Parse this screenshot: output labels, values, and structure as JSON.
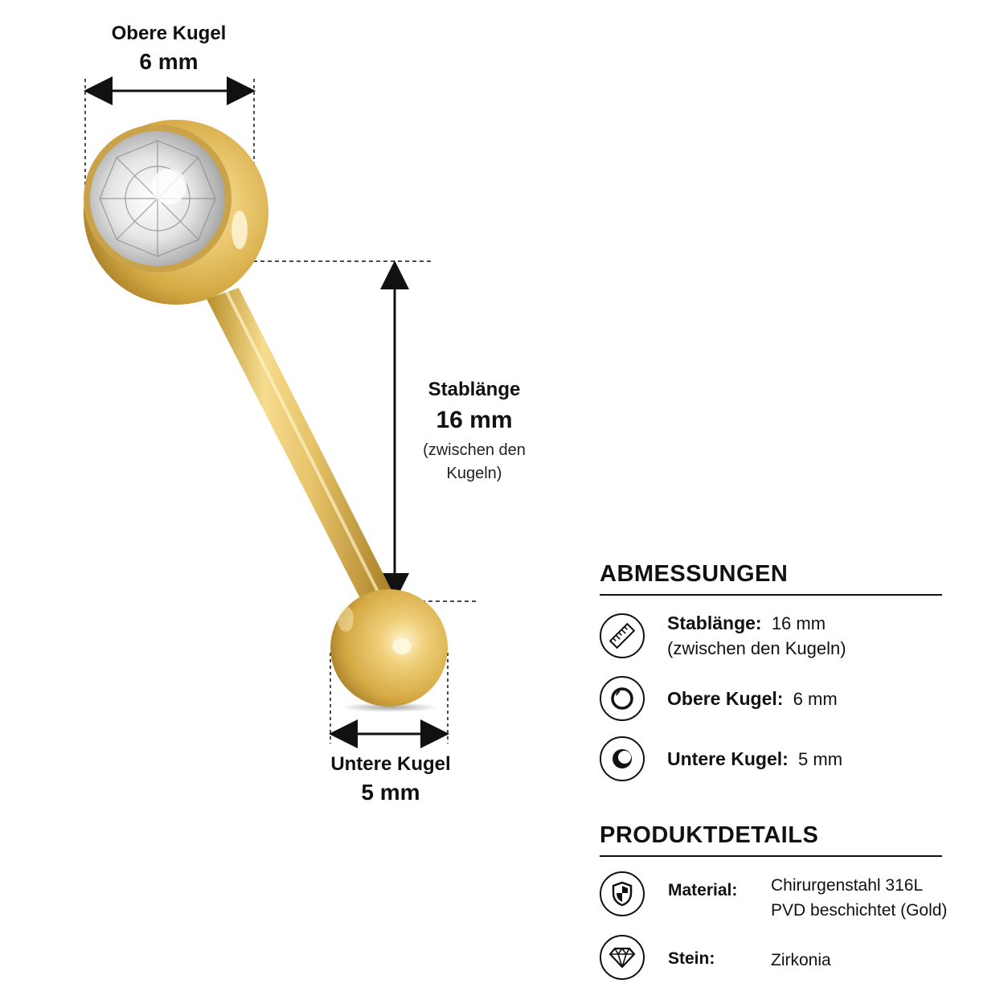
{
  "dimensions_callouts": {
    "top_ball": {
      "label": "Obere Kugel",
      "value": "6 mm"
    },
    "bar_length": {
      "label": "Stablänge",
      "value": "16 mm",
      "note_line1": "(zwischen den",
      "note_line2": "Kugeln)"
    },
    "bottom_ball": {
      "label": "Untere Kugel",
      "value": "5 mm"
    }
  },
  "abmessungen": {
    "title": "ABMESSUNGEN",
    "items": [
      {
        "icon": "ruler-icon",
        "label": "Stablänge:",
        "value": "16 mm",
        "note": "(zwischen den Kugeln)"
      },
      {
        "icon": "ball-outline-icon",
        "label": "Obere Kugel:",
        "value": "6 mm"
      },
      {
        "icon": "ball-crescent-icon",
        "label": "Untere Kugel:",
        "value": "5 mm"
      }
    ]
  },
  "produktdetails": {
    "title": "PRODUKTDETAILS",
    "items": [
      {
        "icon": "shield-icon",
        "label": "Material:",
        "value_line1": "Chirurgenstahl 316L",
        "value_line2": "PVD beschichtet (Gold)"
      },
      {
        "icon": "diamond-icon",
        "label": "Stein:",
        "value_line1": "Zirkonia"
      }
    ]
  },
  "colors": {
    "gold": "#e7c36a",
    "gold_dark": "#b8902c",
    "text": "#111111",
    "background": "#ffffff"
  }
}
